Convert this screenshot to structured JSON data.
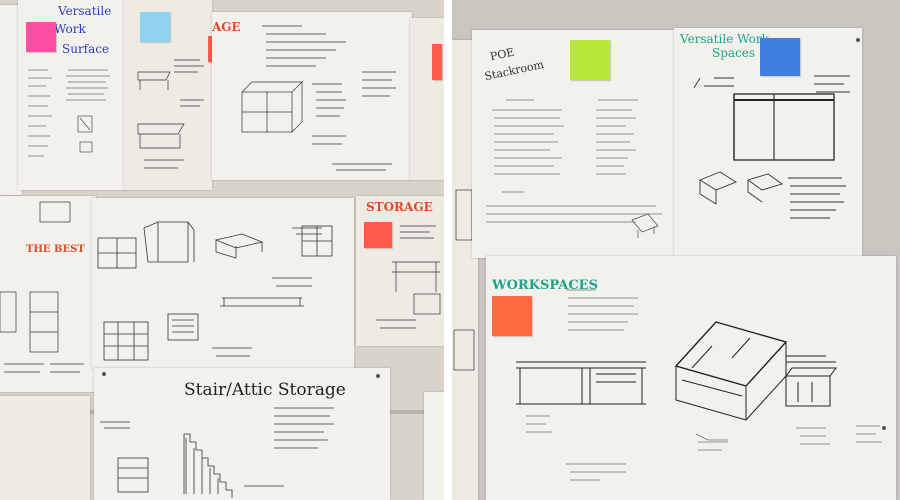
{
  "left_board": {
    "headings": {
      "versatile_line1": "Versatile",
      "versatile_line2": "Work",
      "versatile_line3": "Surface",
      "storage_top": "AGE",
      "the_best": "THE BEST",
      "storage_right": "STORAGE",
      "stair_attic": "Stair/Attic Storage"
    }
  },
  "right_board": {
    "headings": {
      "poe_line1": "POE",
      "poe_line2": "Stackroom",
      "versatile_spaces_line1": "Versatile Work",
      "versatile_spaces_line2": "Spaces",
      "workspaces": "WORKSPACES"
    }
  },
  "colors": {
    "left_wall": "#d9d4cb",
    "right_wall": "#c9c6c0",
    "paper": "#f3f1ec",
    "sticky_pink": "#ff4fa3",
    "sticky_blue": "#8fd3ee",
    "sticky_red": "#ff5a4a",
    "sticky_lime": "#b6e83a",
    "sticky_royal": "#3f7fe0",
    "ink_blue": "#2d3fb8",
    "ink_teal": "#1ca38c",
    "ink_red": "#e04a2a"
  }
}
